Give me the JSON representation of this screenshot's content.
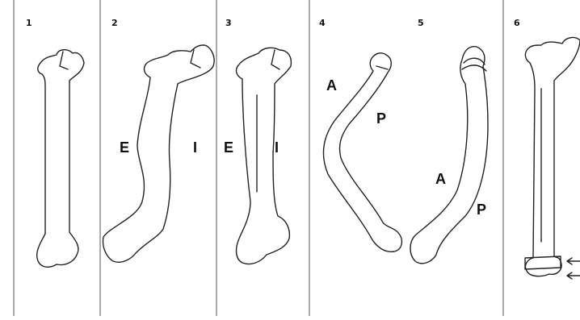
{
  "panels": [
    {
      "number": "1",
      "labels": []
    },
    {
      "number": "2",
      "labels": [
        "E",
        "I"
      ]
    },
    {
      "number": "3",
      "labels": [
        "E",
        "I"
      ]
    },
    {
      "number": "4",
      "labels": [
        "A",
        "P"
      ]
    },
    {
      "number": "5",
      "labels": [
        "A",
        "P"
      ]
    },
    {
      "number": "6",
      "labels": []
    }
  ],
  "colors": {
    "line": "#222222",
    "background": "#ffffff"
  }
}
